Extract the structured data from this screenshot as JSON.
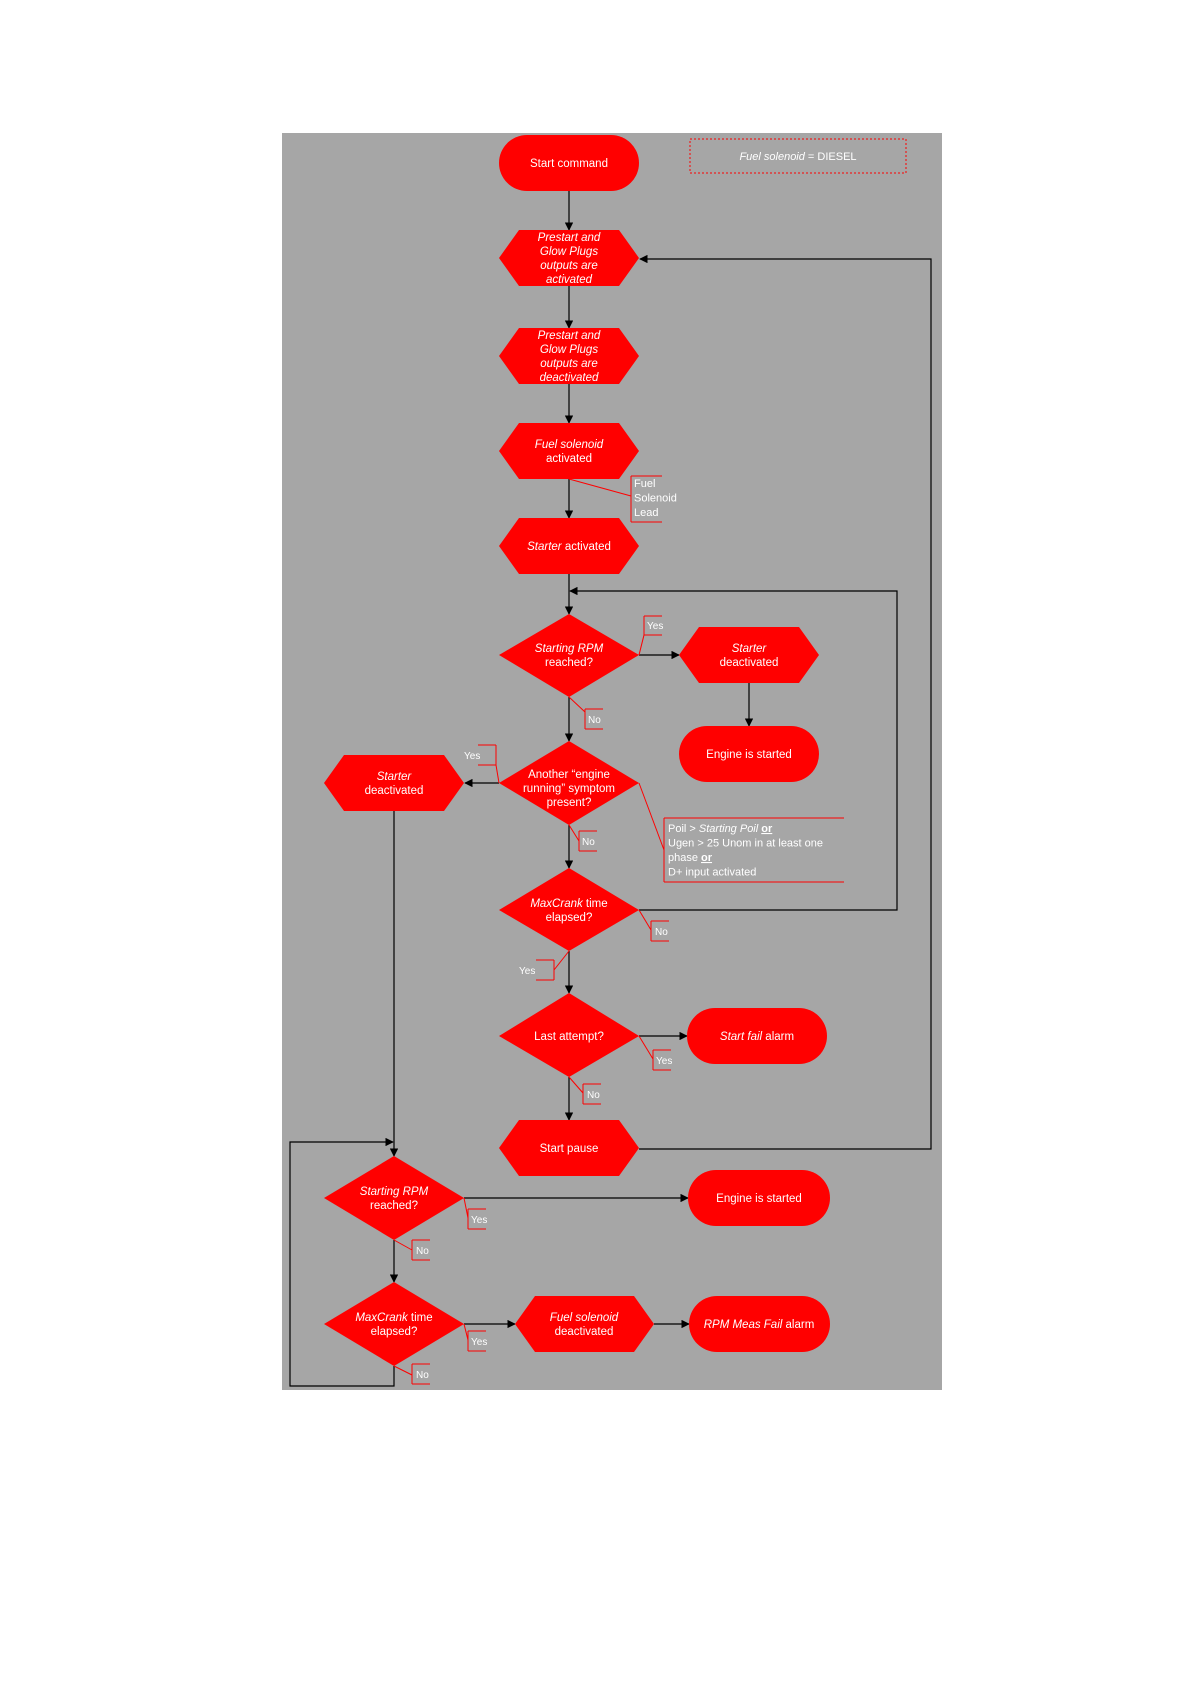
{
  "colors": {
    "background": "#a6a6a6",
    "shape": "#ff0000",
    "text": "#ffffff",
    "line": "#000000",
    "callout": "#ff0000"
  },
  "legend": [
    {
      "t": "Fuel solenoid",
      "i": true
    },
    {
      "t": " = DIESEL"
    }
  ],
  "nodes": {
    "start_command": [
      [
        {
          "t": "Start command"
        }
      ]
    ],
    "prestart_on": [
      [
        {
          "t": "Prestart and",
          "i": true
        }
      ],
      [
        {
          "t": "Glow Plugs",
          "i": true
        }
      ],
      [
        {
          "t": "outputs are",
          "i": true
        }
      ],
      [
        {
          "t": "activated",
          "i": true
        }
      ]
    ],
    "prestart_off": [
      [
        {
          "t": "Prestart and",
          "i": true
        }
      ],
      [
        {
          "t": "Glow Plugs",
          "i": true
        }
      ],
      [
        {
          "t": "outputs are",
          "i": true
        }
      ],
      [
        {
          "t": "deactivated",
          "i": true
        }
      ]
    ],
    "fuel_on": [
      [
        {
          "t": "Fuel solenoid",
          "i": true
        }
      ],
      [
        {
          "t": "activated"
        }
      ]
    ],
    "starter_on": [
      [
        {
          "t": "Starter",
          "i": true
        },
        {
          "t": " activated"
        }
      ]
    ],
    "rpm1": [
      [
        {
          "t": "Starting RPM",
          "i": true
        }
      ],
      [
        {
          "t": "reached?"
        }
      ]
    ],
    "starter_off_right": [
      [
        {
          "t": "Starter",
          "i": true
        }
      ],
      [
        {
          "t": "deactivated"
        }
      ]
    ],
    "engine_started_1": [
      [
        {
          "t": "Engine is started"
        }
      ]
    ],
    "another": [
      [
        {
          "t": "Another “engine"
        }
      ],
      [
        {
          "t": "running” symptom"
        }
      ],
      [
        {
          "t": "present?"
        }
      ]
    ],
    "starter_off_left": [
      [
        {
          "t": "Starter",
          "i": true
        }
      ],
      [
        {
          "t": "deactivated"
        }
      ]
    ],
    "maxcrank1": [
      [
        {
          "t": "MaxCrank",
          "i": true
        },
        {
          "t": " time"
        }
      ],
      [
        {
          "t": "elapsed?"
        }
      ]
    ],
    "last_attempt": [
      [
        {
          "t": "Last attempt?"
        }
      ]
    ],
    "start_fail": [
      [
        {
          "t": "Start fail",
          "i": true
        },
        {
          "t": " alarm"
        }
      ]
    ],
    "start_pause": [
      [
        {
          "t": "Start pause"
        }
      ]
    ],
    "rpm2": [
      [
        {
          "t": "Starting RPM",
          "i": true
        }
      ],
      [
        {
          "t": "reached?"
        }
      ]
    ],
    "engine_started_2": [
      [
        {
          "t": "Engine is started"
        }
      ]
    ],
    "maxcrank2": [
      [
        {
          "t": "MaxCrank",
          "i": true
        },
        {
          "t": " time"
        }
      ],
      [
        {
          "t": "elapsed?"
        }
      ]
    ],
    "fuel_off": [
      [
        {
          "t": "Fuel solenoid",
          "i": true
        }
      ],
      [
        {
          "t": "deactivated"
        }
      ]
    ],
    "rpm_fail": [
      [
        {
          "t": "RPM Meas Fail",
          "i": true
        },
        {
          "t": " alarm"
        }
      ]
    ]
  },
  "notes": {
    "fuel_lead": [
      [
        {
          "t": "Fuel"
        }
      ],
      [
        {
          "t": "Solenoid"
        }
      ],
      [
        {
          "t": "Lead"
        }
      ]
    ],
    "symptoms": [
      [
        {
          "t": "Poil > "
        },
        {
          "t": "Starting Poil",
          "i": true
        },
        {
          "t": " "
        },
        {
          "t": "or",
          "u": true
        }
      ],
      [
        {
          "t": "Ugen > 25 Unom in at least one"
        }
      ],
      [
        {
          "t": "phase "
        },
        {
          "t": "or",
          "u": true
        }
      ],
      [
        {
          "t": "D+ input activated"
        }
      ]
    ]
  },
  "labels": {
    "yes": "Yes",
    "no": "No"
  }
}
